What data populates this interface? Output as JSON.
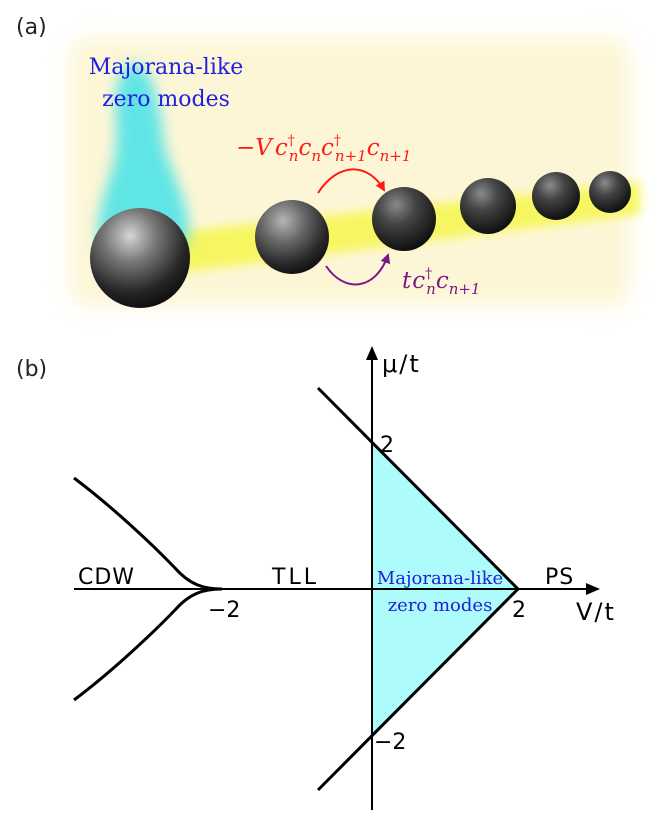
{
  "panel_a": {
    "label": "(a)",
    "zero_modes_line1": "Majorana-like",
    "zero_modes_line2": "zero modes",
    "interaction": {
      "minus": "−",
      "V": "V",
      "c1": "c",
      "dag1": "†",
      "n1": "n",
      "c2": "c",
      "n2": "n",
      "c3": "c",
      "dag3": "†",
      "n3": "n+1",
      "c4": "c",
      "n4": "n+1"
    },
    "hopping": {
      "t": "t",
      "c1": "c",
      "dag1": "†",
      "n1": "n",
      "c2": "c",
      "n2": "n+1"
    },
    "colors": {
      "glow_background": "#fdf6d6",
      "chain": "#f6f75a",
      "zero_mode": "#4fe3e8",
      "sphere_dark": "#1e1e1e",
      "interaction_arrow": "#ff1a1a",
      "hopping_arrow": "#7a1a86",
      "zero_modes_text": "#2020e0"
    }
  },
  "panel_b": {
    "label": "(b)",
    "y_axis_label": "μ/t",
    "x_axis_label": "V/t",
    "phases": {
      "cdw": "CDW",
      "tll": "TLL",
      "ps": "PS",
      "majorana_line1": "Majorana-like",
      "majorana_line2": "zero modes"
    },
    "ticks": {
      "x_minus2": "−2",
      "x_plus2": "2",
      "y_plus2": "2",
      "y_minus2": "−2"
    },
    "colors": {
      "shade": "#aefbfb",
      "majorana_text": "#2020d8",
      "line": "#000000"
    }
  }
}
